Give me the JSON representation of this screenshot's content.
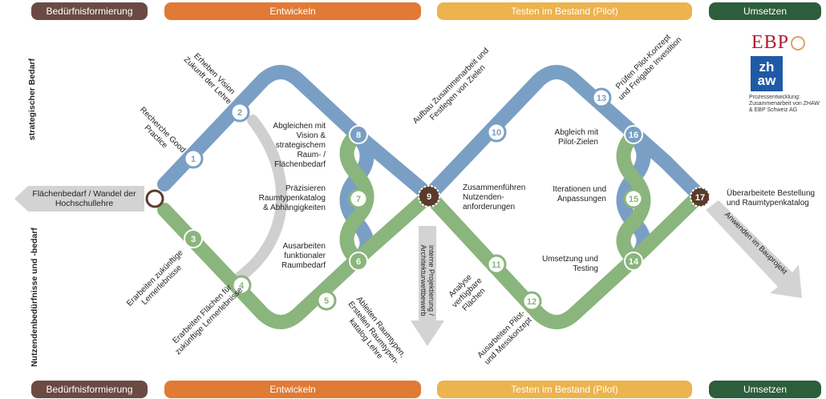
{
  "phases_top": [
    {
      "label": "Bedürfnisformierung",
      "color": "#6b4a43"
    },
    {
      "label": "Entwickeln",
      "color": "#e07a35"
    },
    {
      "label": "Testen im Bestand (Pilot)",
      "color": "#ecb34e"
    },
    {
      "label": "Umsetzen",
      "color": "#2d5e3c"
    }
  ],
  "phases_bottom": [
    {
      "label": "Bedürfnisformierung"
    },
    {
      "label": "Entwickeln"
    },
    {
      "label": "Testen im Bestand (Pilot)"
    },
    {
      "label": "Umsetzen"
    }
  ],
  "colors": {
    "blue": "#7a9fc4",
    "green": "#8ab57c",
    "brown": "#5a3b2c",
    "grey": "#c8c8c8"
  },
  "side_labels": {
    "top": "strategischer Bedarf",
    "bottom": "Nutzendenbedürfnisse und -bedarf"
  },
  "start_label": "Flächenbedarf / Wandel der Hochschullehre",
  "steps": {
    "s1": "Recherche Good Practice",
    "s2": "Erheben Vision Zukunft der Lehre",
    "s3": "Erarbeiten zukünftige Lernerlebnisse",
    "s4": "Erarbeiten Flächen für zukünftige Lernerlebnisse",
    "s5": "Ableiten Raumtypen, Erstellen Raumtypen-katalog Lehre",
    "s6": "Ausarbeiten funktionaler Raumbedarf",
    "s7": "Präzisieren Raumtypenkatalog & Abhängigkeiten",
    "s8": "Abgleichen mit Vision & strategischem Raum- / Flächenbedarf",
    "s9": "Zusammenführen Nutzenden-anforderungen",
    "s10": "Aufbau Zusammenarbeit und Festlegen von Zielen",
    "s11": "Analyse verfügbare Flächen",
    "s12": "Ausarbeiten Pilot- und Messkonzept",
    "s13": "Prüfen Pilot-Konzept und Freigabe Investition",
    "s14": "Umsetzung und Testing",
    "s15": "Iterationen und Anpassungen",
    "s16": "Abgleich mit Pilot-Zielen",
    "s17": "Überarbeitete Bestellung und Raumtypenkatalog"
  },
  "arrows": {
    "down": "interne Projektierung / Architekturwettbewerb",
    "right": "Anwenden im Bauprojekt"
  },
  "logos": {
    "ebp": "EBP",
    "zhaw_line1": "zh",
    "zhaw_line2": "aw",
    "note": "Prozessentwicklung: Zusammenarbeit von ZHAW & EBP Schweiz AG"
  }
}
